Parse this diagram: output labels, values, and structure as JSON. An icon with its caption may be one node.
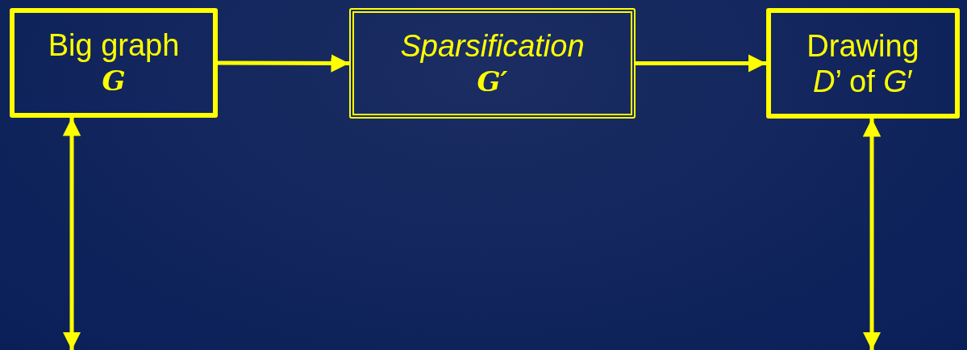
{
  "diagram": {
    "nodes": [
      {
        "text": [
          "Big graph",
          "G"
        ]
      },
      {
        "text": [
          "Sparsification",
          "G′"
        ]
      },
      {
        "text": [
          "Drawing",
          "*D*’ of *G*′"
        ]
      }
    ],
    "edges": [
      {
        "from": 0,
        "to": 1,
        "arrow": "to"
      },
      {
        "from": 1,
        "to": 2,
        "arrow": "to"
      },
      {
        "from": 0,
        "to": null,
        "arrow": "both"
      },
      {
        "from": 2,
        "to": null,
        "arrow": "both"
      }
    ]
  }
}
